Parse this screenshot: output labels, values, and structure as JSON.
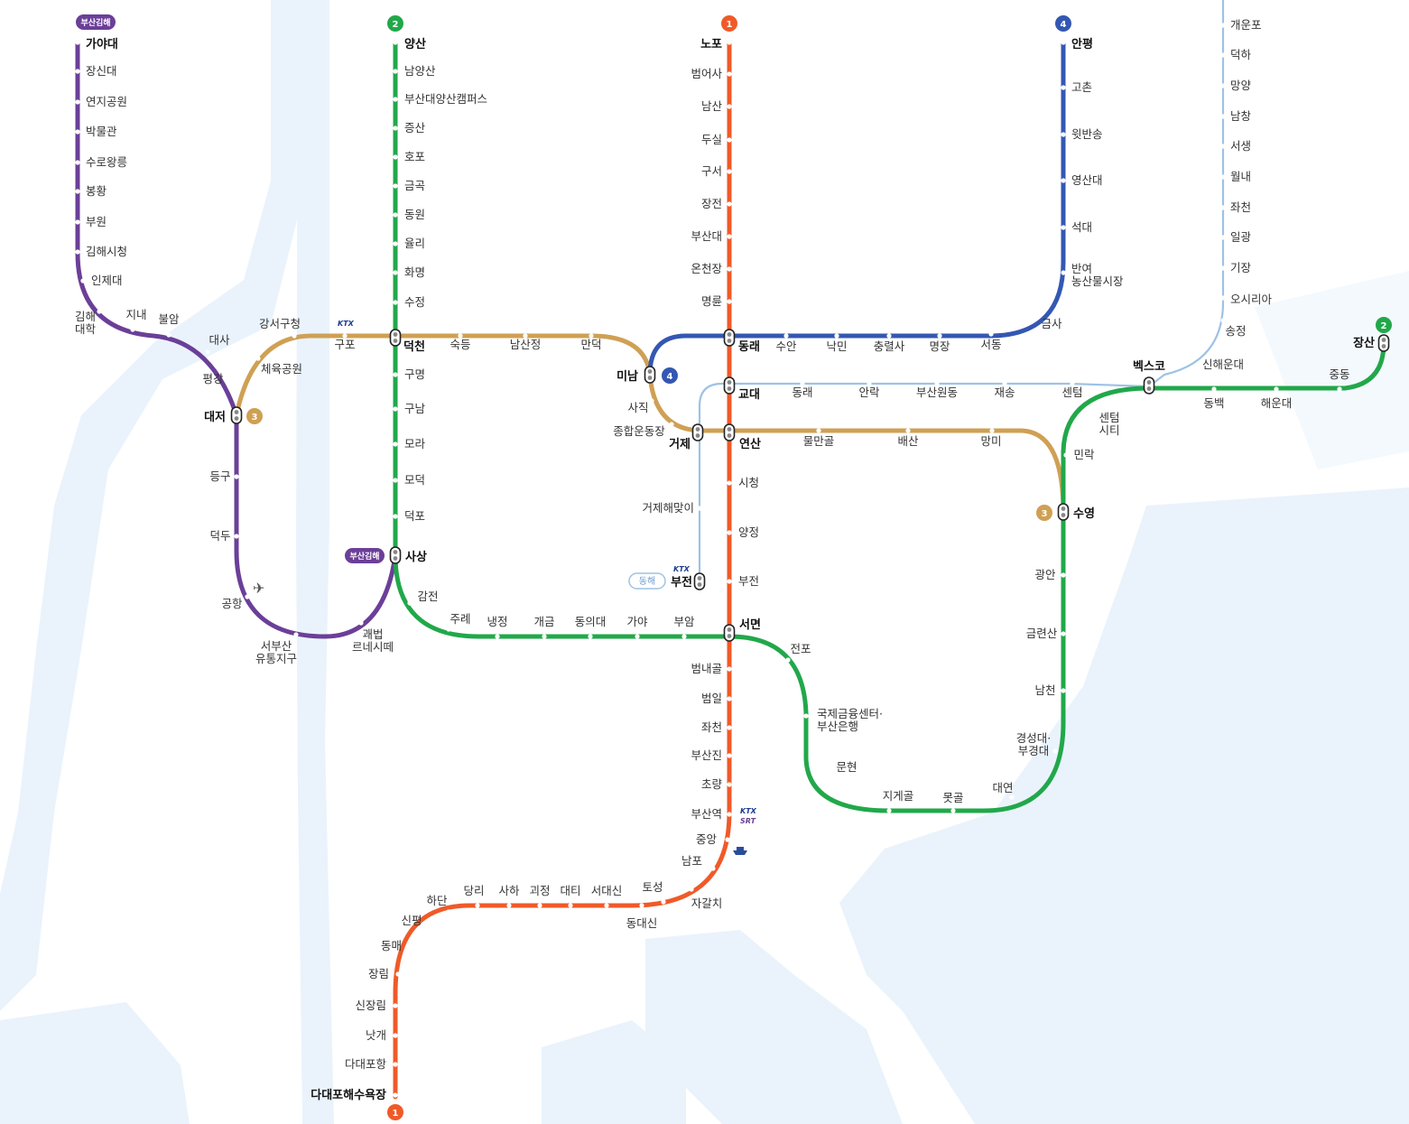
{
  "lines": {
    "line1": {
      "number": "1",
      "color": "#f05a28"
    },
    "line2": {
      "number": "2",
      "color": "#21a84a"
    },
    "line3": {
      "number": "3",
      "color": "#cfa054"
    },
    "line4": {
      "number": "4",
      "color": "#3457b3"
    },
    "gimhae": {
      "label": "부산김해",
      "color": "#6b3f98"
    },
    "donghae": {
      "label": "동해",
      "color": "#9ec2e6"
    }
  },
  "colors": {
    "background": "#ffffff",
    "water_land": "#eaf3fc",
    "interchange_fill": "#ffffff"
  },
  "icons": {
    "ktx": "KTX",
    "srt": "SRT",
    "airport": "airplane-icon",
    "ship": "ship-icon"
  },
  "stations": {
    "gimhae": [
      "가야대",
      "장신대",
      "연지공원",
      "박물관",
      "수로왕릉",
      "봉황",
      "부원",
      "김해시청",
      "인제대",
      "김해\n대학",
      "지내",
      "불암",
      "대사",
      "평강",
      "대저",
      "등구",
      "덕두",
      "공항",
      "서부산\n유통지구",
      "괘법\n르네시떼",
      "사상"
    ],
    "line1": [
      "노포",
      "범어사",
      "남산",
      "두실",
      "구서",
      "장전",
      "부산대",
      "온천장",
      "명륜",
      "동래",
      "교대",
      "연산",
      "시청",
      "양정",
      "부전",
      "서면",
      "범내골",
      "범일",
      "좌천",
      "부산진",
      "초량",
      "부산역",
      "중앙",
      "남포",
      "자갈치",
      "토성",
      "동대신",
      "서대신",
      "대티",
      "괴정",
      "사하",
      "당리",
      "하단",
      "신평",
      "동매",
      "장림",
      "신장림",
      "낫개",
      "다대포항",
      "다대포해수욕장"
    ],
    "line2": [
      "양산",
      "남양산",
      "부산대양산캠퍼스",
      "증산",
      "호포",
      "금곡",
      "동원",
      "율리",
      "화명",
      "수정",
      "덕천",
      "구명",
      "구남",
      "모라",
      "모덕",
      "덕포",
      "사상",
      "감전",
      "주례",
      "냉정",
      "개금",
      "동의대",
      "가야",
      "부암",
      "서면",
      "전포",
      "국제금융센터·\n부산은행",
      "문현",
      "지게골",
      "못골",
      "대연",
      "경성대·\n부경대",
      "남천",
      "금련산",
      "광안",
      "수영",
      "민락",
      "센텀\n시티",
      "벡스코",
      "동백",
      "해운대",
      "중동",
      "장산"
    ],
    "line3": [
      "대저",
      "체육공원",
      "강서구청",
      "구포",
      "덕천",
      "숙등",
      "남산정",
      "만덕",
      "미남",
      "사직",
      "종합운동장",
      "거제",
      "연산",
      "물만골",
      "배산",
      "망미",
      "수영"
    ],
    "line4": [
      "안평",
      "고촌",
      "윗반송",
      "영산대",
      "석대",
      "반여\n농산물시장",
      "금사",
      "서동",
      "명장",
      "충렬사",
      "낙민",
      "수안",
      "동래",
      "미남"
    ],
    "donghae": [
      "벡스코",
      "센텀",
      "재송",
      "부산원동",
      "안락",
      "동래",
      "교대",
      "거제해맞이",
      "부전",
      "신해운대",
      "송정",
      "오시리아",
      "기장",
      "일광",
      "좌천",
      "월내",
      "서생",
      "남창",
      "망양",
      "덕하",
      "개운포"
    ]
  }
}
